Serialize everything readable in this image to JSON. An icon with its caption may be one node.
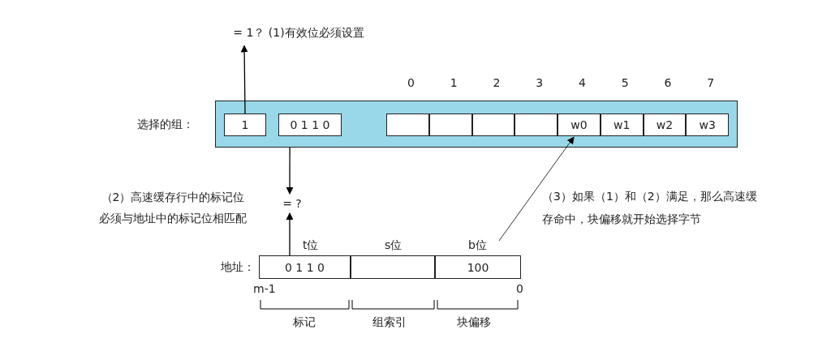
{
  "diagram": {
    "nodes": [
      {
        "text": [],
        "shape": "box",
        "beside": [
          "选择的组："
        ]
      },
      {
        "text": [
          "1"
        ],
        "in": 0
      },
      {
        "text": [
          "0 1 1 0"
        ],
        "in": 0
      },
      {
        "text": [],
        "shape": "box",
        "in": 0
      },
      {
        "text": [],
        "shape": "box",
        "in": 0
      },
      {
        "text": [],
        "shape": "box",
        "in": 0
      },
      {
        "text": [],
        "shape": "box",
        "in": 0
      },
      {
        "text": [
          "w0"
        ],
        "in": 0
      },
      {
        "text": [
          "w1"
        ],
        "in": 0
      },
      {
        "text": [
          "w2"
        ],
        "in": 0
      },
      {
        "text": [
          "w3"
        ],
        "in": 0
      },
      {
        "text": [
          "= 1？ (1)有效位必须设置"
        ]
      },
      {
        "text": [
          "= ?"
        ]
      },
      {
        "text": [
          "0 1 1 0"
        ]
      },
      {
        "text": [],
        "shape": "box"
      },
      {
        "text": [
          "100"
        ]
      }
    ],
    "edges": [
      {
        "from": 1,
        "to": 11,
        "arrow": "to"
      },
      {
        "from": 0,
        "to": 12,
        "arrow": "to"
      },
      {
        "from": 13,
        "to": 12,
        "arrow": "to"
      },
      {
        "from": 15,
        "to": 7,
        "arrow": "to"
      }
    ],
    "labels": [
      "0",
      "1",
      "2",
      "3",
      "4",
      "5",
      "6",
      "7",
      "（2）高速缓存行中的标记位必须与地址中的标记位相匹配",
      "（3）如果（1）和（2）满足，那么高速缓存命中，块偏移就开始选择字节",
      "t位",
      "s位",
      "b位",
      "地址：",
      "m-1",
      "0",
      "标记",
      "组索引",
      "块偏移"
    ]
  }
}
